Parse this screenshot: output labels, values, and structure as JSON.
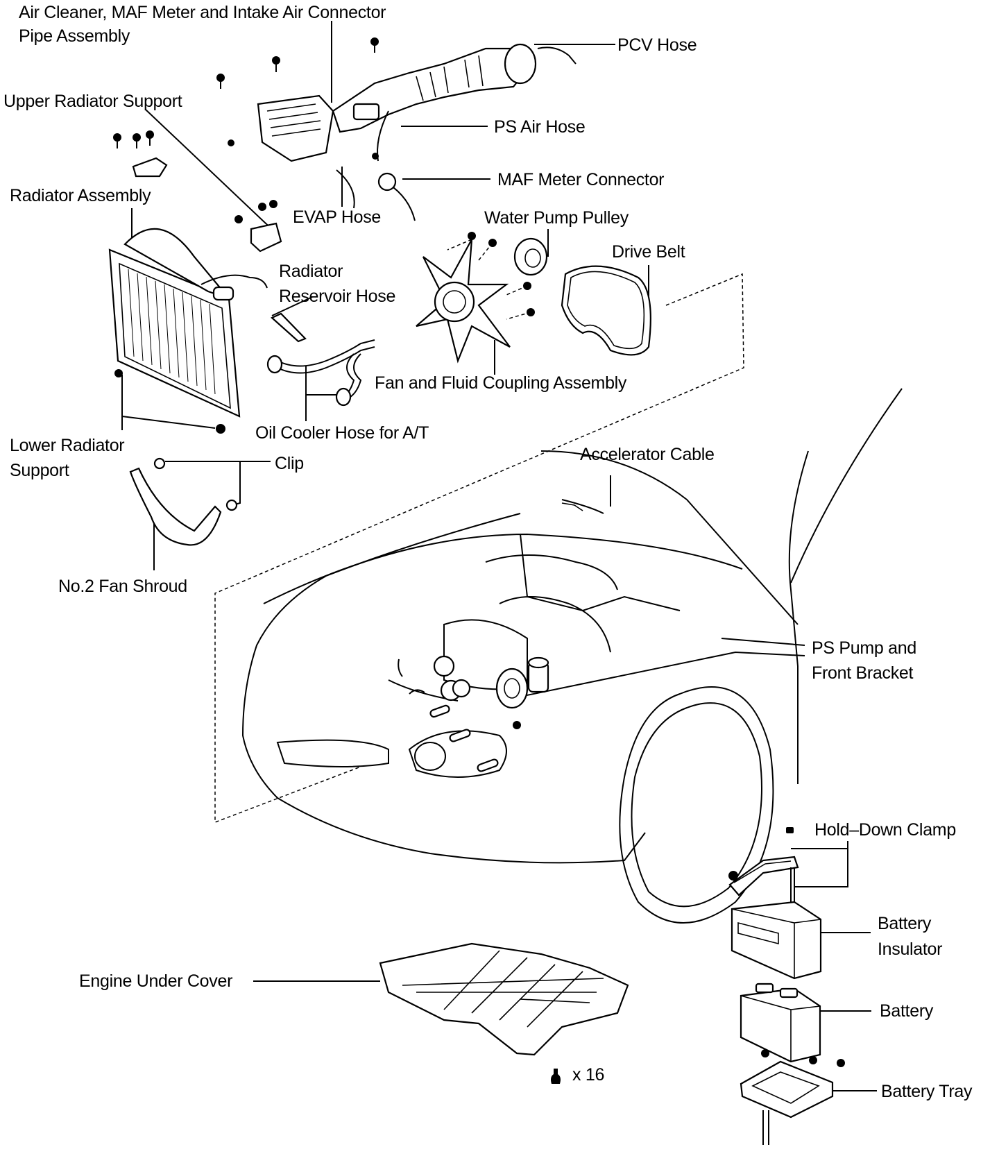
{
  "diagram": {
    "type": "exploded-parts-view",
    "colors": {
      "ink": "#000000",
      "background": "#ffffff"
    },
    "labels": {
      "air_cleaner": [
        "Air Cleaner, MAF Meter and Intake Air Connector",
        "Pipe Assembly"
      ],
      "pcv_hose": "PCV Hose",
      "upper_radiator_support": "Upper Radiator Support",
      "ps_air_hose": "PS Air Hose",
      "maf_meter_connector": "MAF Meter Connector",
      "radiator_assembly": "Radiator Assembly",
      "evap_hose": "EVAP Hose",
      "water_pump_pulley": "Water Pump Pulley",
      "drive_belt": "Drive Belt",
      "radiator_reservoir_hose": [
        "Radiator",
        "Reservoir Hose"
      ],
      "fan_and_fluid_coupling": "Fan and Fluid Coupling Assembly",
      "oil_cooler_hose": "Oil Cooler Hose for A/T",
      "lower_radiator_support": [
        "Lower Radiator",
        "Support"
      ],
      "clip": "Clip",
      "accelerator_cable": "Accelerator Cable",
      "no2_fan_shroud": "No.2 Fan Shroud",
      "ps_pump_front_bracket": [
        "PS Pump and",
        "Front Bracket"
      ],
      "hold_down_clamp": "Hold–Down Clamp",
      "battery_insulator": [
        "Battery",
        "Insulator"
      ],
      "battery": "Battery",
      "engine_under_cover": "Engine Under Cover",
      "battery_tray": "Battery Tray",
      "fastener_count": "x 16"
    },
    "icons": {
      "fastener_legend": "clip-fastener-icon",
      "hold_down_marker": "solid-square-marker-icon"
    }
  }
}
